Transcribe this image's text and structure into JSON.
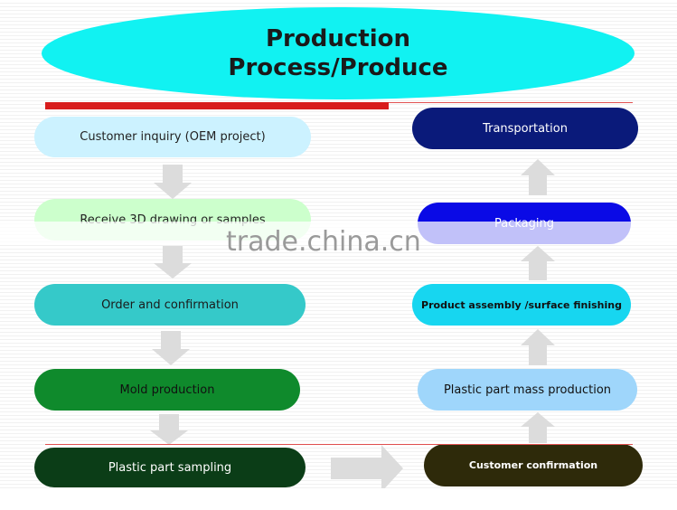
{
  "title": {
    "line1": "Production",
    "line2": "Process/Produce"
  },
  "left_column": [
    {
      "label": "Customer inquiry (OEM project)"
    },
    {
      "label": "Receive 3D drawing or samples"
    },
    {
      "label": "Order and confirmation"
    },
    {
      "label": "Mold production"
    },
    {
      "label": "Plastic part sampling"
    }
  ],
  "right_column": [
    {
      "label": "Transportation"
    },
    {
      "label": "Packaging"
    },
    {
      "label": "Product assembly /surface finishing"
    },
    {
      "label": "Plastic part mass production"
    },
    {
      "label": "Customer confirmation"
    }
  ],
  "watermark": "trade.china.cn",
  "colors": {
    "title_fill": "#11f2f2",
    "accent_red": "#d81c1c",
    "arrow": "#dcdcdc"
  }
}
